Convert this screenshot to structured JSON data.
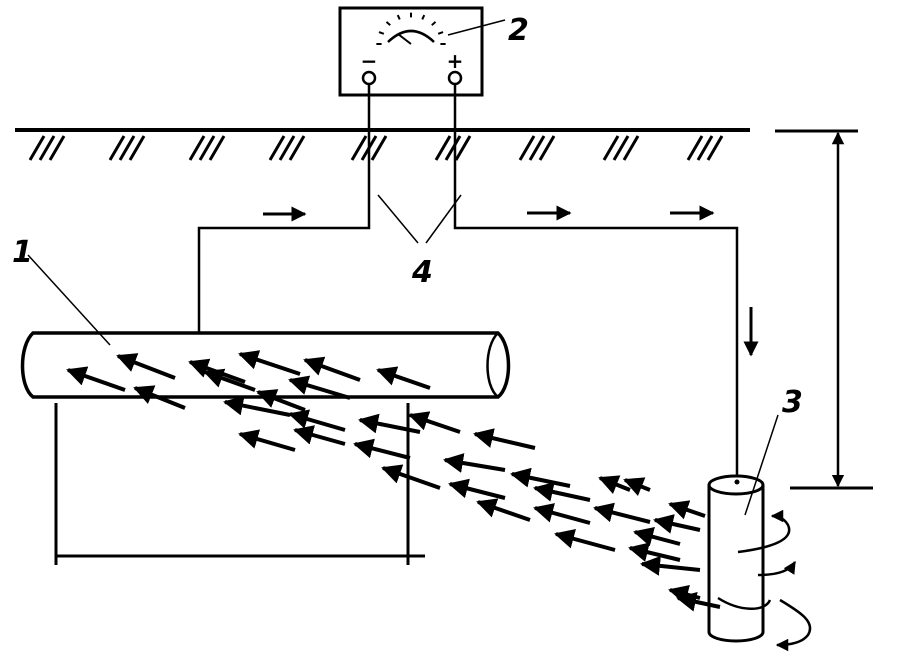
{
  "labels": {
    "pipeline": "1",
    "meter": "2",
    "anode": "3",
    "cables": "4"
  },
  "meter": {
    "minus": "−",
    "plus": "+"
  },
  "colors": {
    "ink": "#000000",
    "background": "#ffffff"
  }
}
